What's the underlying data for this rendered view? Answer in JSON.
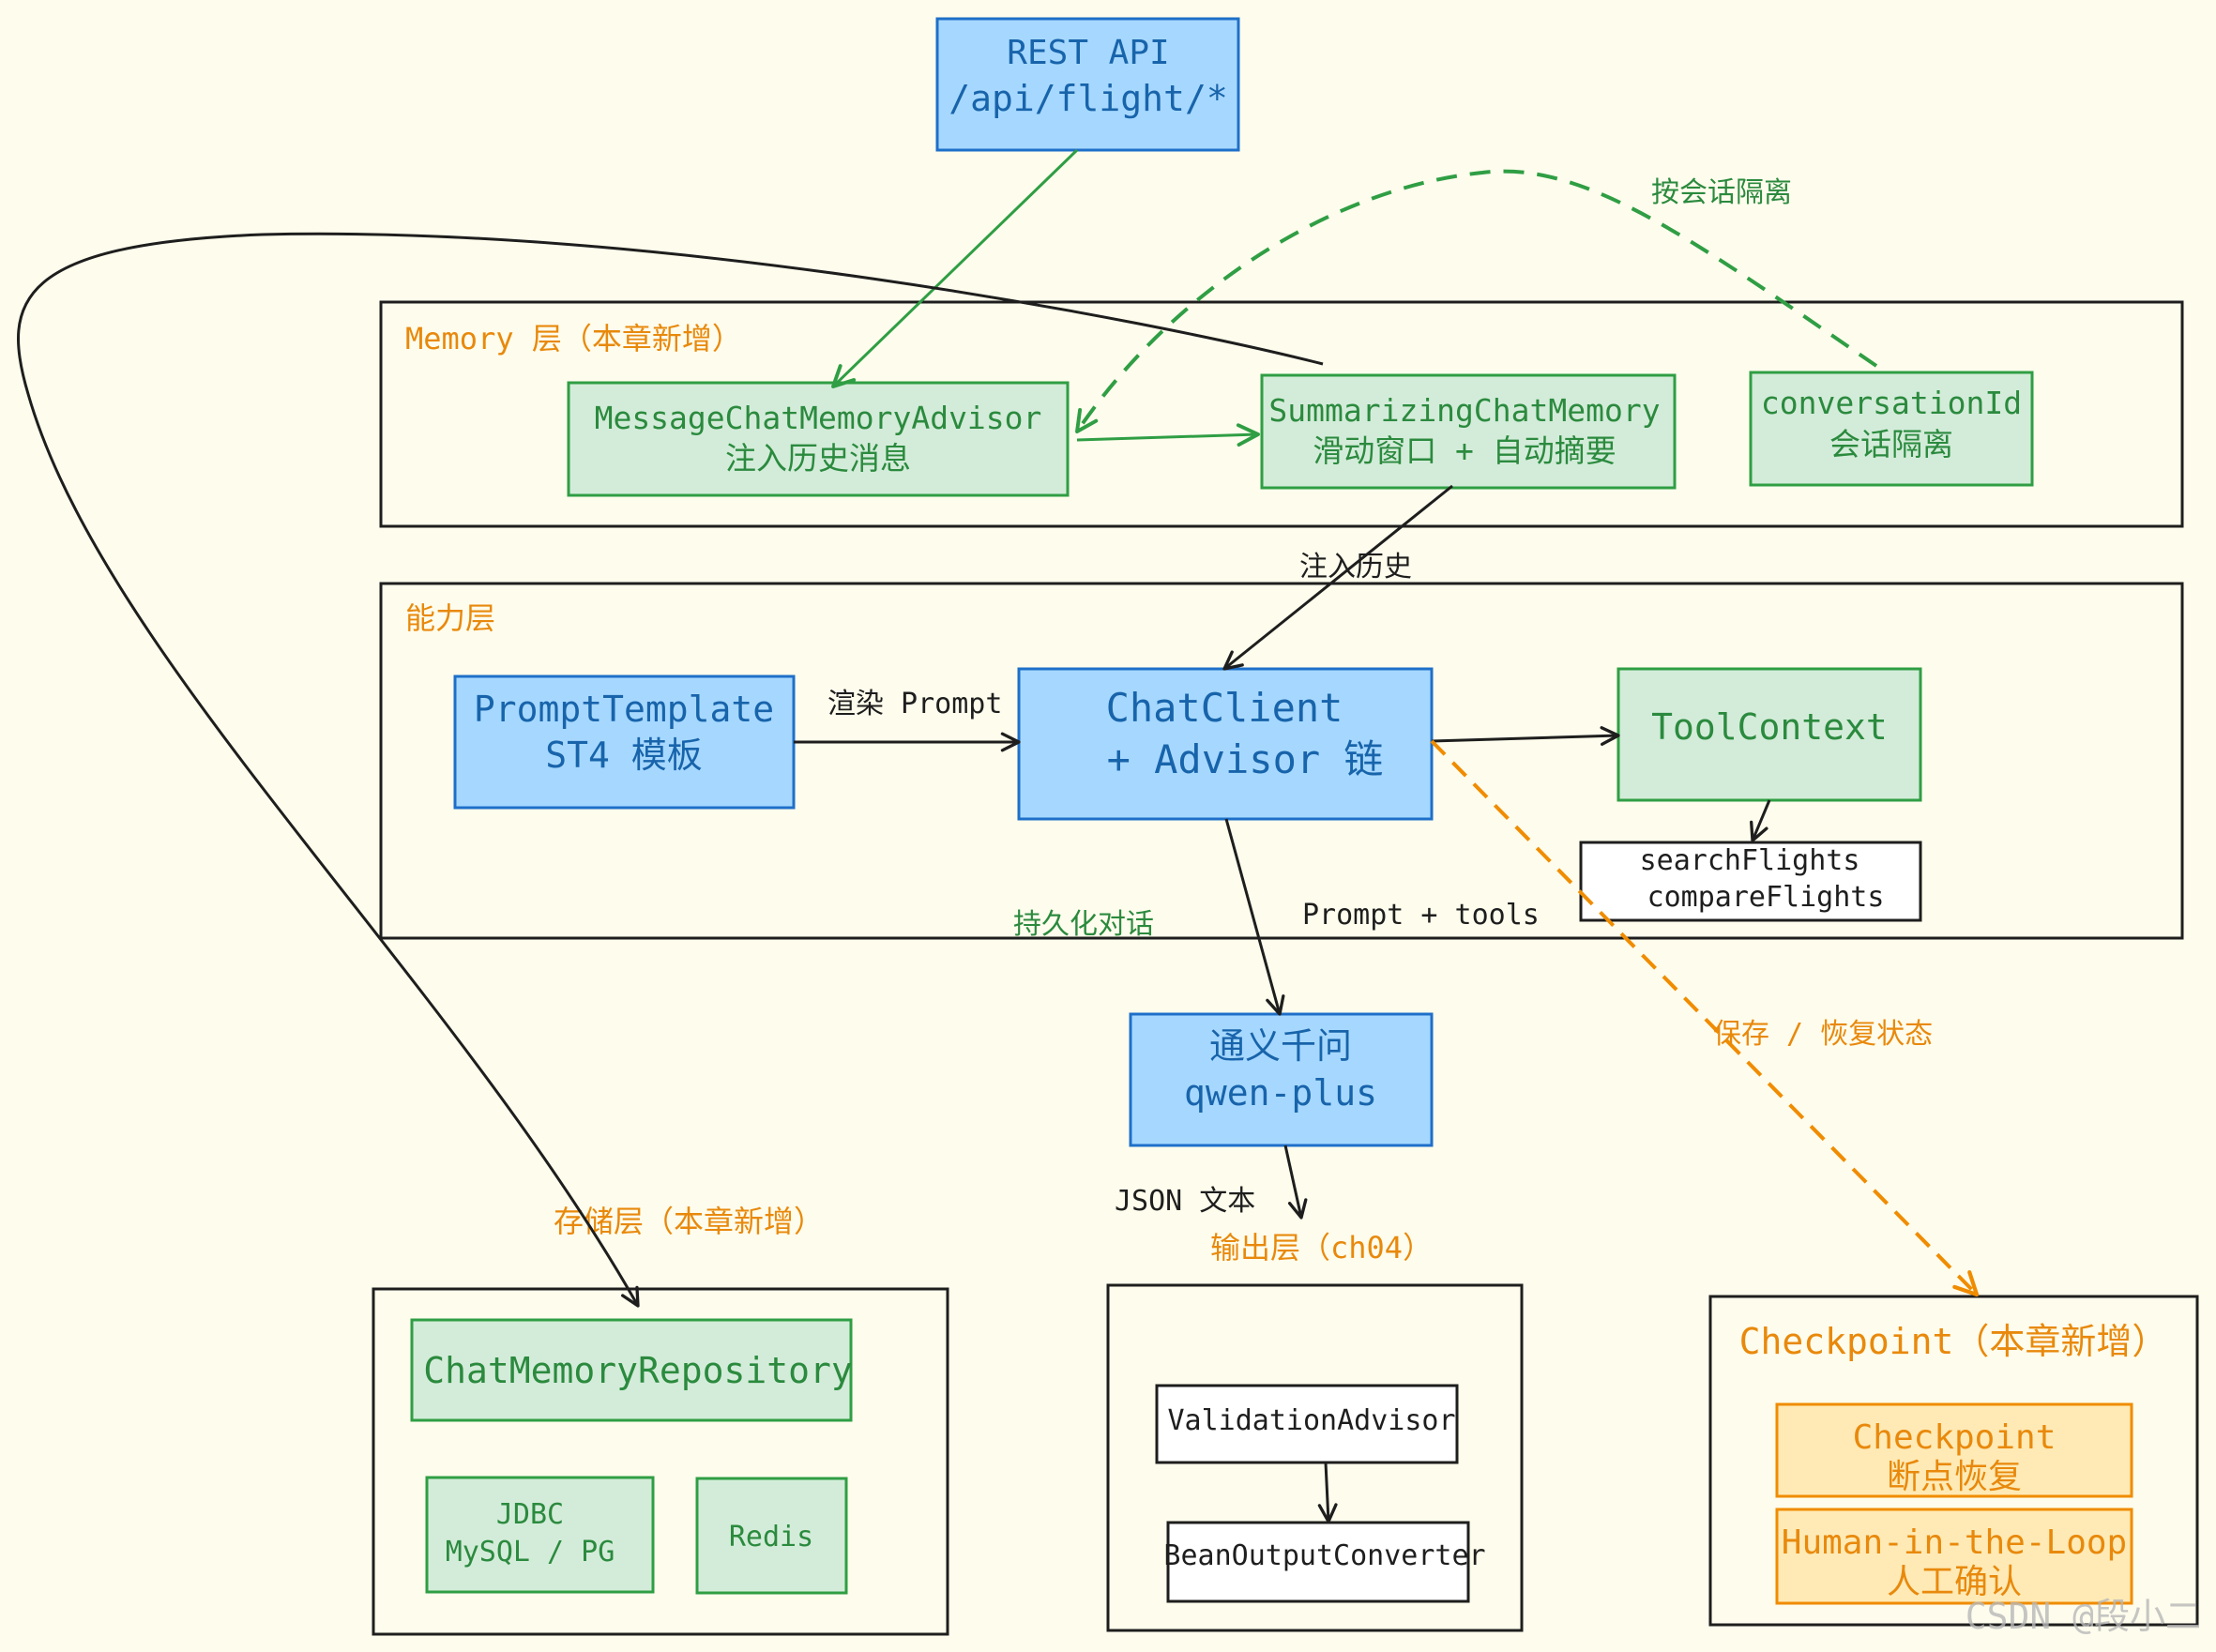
{
  "colors": {
    "background": "#fefcec",
    "blue_fill": "#a6d8ff",
    "blue_stroke": "#1e6fc9",
    "blue_text": "#1864ab",
    "green_fill": "#d3ecd9",
    "green_stroke": "#2f9e44",
    "green_text": "#2b8a3e",
    "orange_fill": "#ffeab5",
    "orange_stroke": "#f08c00",
    "orange_text": "#e8890c",
    "ink": "#1e1e1e"
  },
  "layers": {
    "memory": "Memory 层（本章新增）",
    "capability": "能力层",
    "storage": "存储层（本章新增）",
    "output": "输出层（ch04）",
    "checkpoint": "Checkpoint（本章新增）"
  },
  "nodes": {
    "rest_api": {
      "line1": "REST API",
      "line2": "/api/flight/*"
    },
    "message_advisor": {
      "line1": "MessageChatMemoryAdvisor",
      "line2": "注入历史消息"
    },
    "summarizing_memory": {
      "line1": "SummarizingChatMemory",
      "line2": "滑动窗口 + 自动摘要"
    },
    "conversation_id": {
      "line1": "conversationId",
      "line2": "会话隔离"
    },
    "prompt_template": {
      "line1": "PromptTemplate",
      "line2": "ST4 模板"
    },
    "chat_client": {
      "line1": "ChatClient",
      "line2": "+ Advisor 链"
    },
    "tool_context": {
      "line1": "ToolContext"
    },
    "tools": {
      "line1": "searchFlights",
      "line2": "compareFlights"
    },
    "qwen": {
      "line1": "通义千问",
      "line2": "qwen-plus"
    },
    "chat_memory_repo": {
      "line1": "ChatMemoryRepository"
    },
    "jdbc": {
      "line1": "JDBC",
      "line2": "MySQL / PG"
    },
    "redis": {
      "line1": "Redis"
    },
    "validation_advisor": {
      "line1": "ValidationAdvisor"
    },
    "bean_converter": {
      "line1": "BeanOutputConverter"
    },
    "checkpoint_box": {
      "line1": "Checkpoint",
      "line2": "断点恢复"
    },
    "hitl": {
      "line1": "Human-in-the-Loop",
      "line2": "人工确认"
    }
  },
  "edge_labels": {
    "isolate_by_session": "按会话隔离",
    "inject_history": "注入历史",
    "render_prompt": "渲染 Prompt",
    "persist_dialog": "持久化对话",
    "prompt_tools": "Prompt + tools",
    "save_restore": "保存 / 恢复状态",
    "json_text": "JSON 文本"
  },
  "watermark": "CSDN @段小二"
}
